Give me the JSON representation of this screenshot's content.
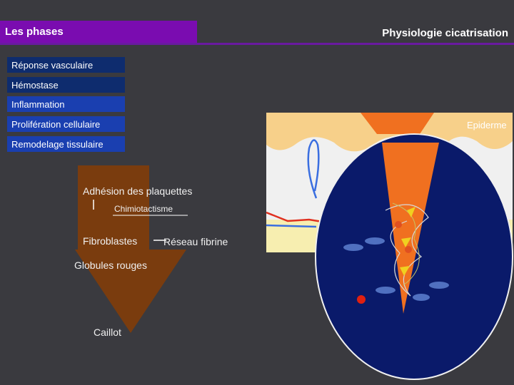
{
  "header": {
    "section": "Les phases",
    "title": "Physiologie cicatrisation"
  },
  "phases": [
    "Réponse vasculaire",
    "Hémostase",
    "Inflammation",
    "Prolifération cellulaire",
    "Remodelage tissulaire"
  ],
  "diagram": {
    "adhesion": "Adhésion des plaquettes",
    "chimio": "Chimiotactisme",
    "fibroblastes": "Fibroblastes",
    "reseau": "Réseau fibrine",
    "globules": "Globules rouges",
    "caillot": "Caillot",
    "epiderme": "Epiderme"
  },
  "colors": {
    "header": "#7a0cb0",
    "phase_dark": "#0e2c6e",
    "phase_light": "#1a3fb0",
    "arrow": "#7a3c0e",
    "circle": "#0a1a6a",
    "wound": "#f07020",
    "skin": "#f7d08a"
  }
}
